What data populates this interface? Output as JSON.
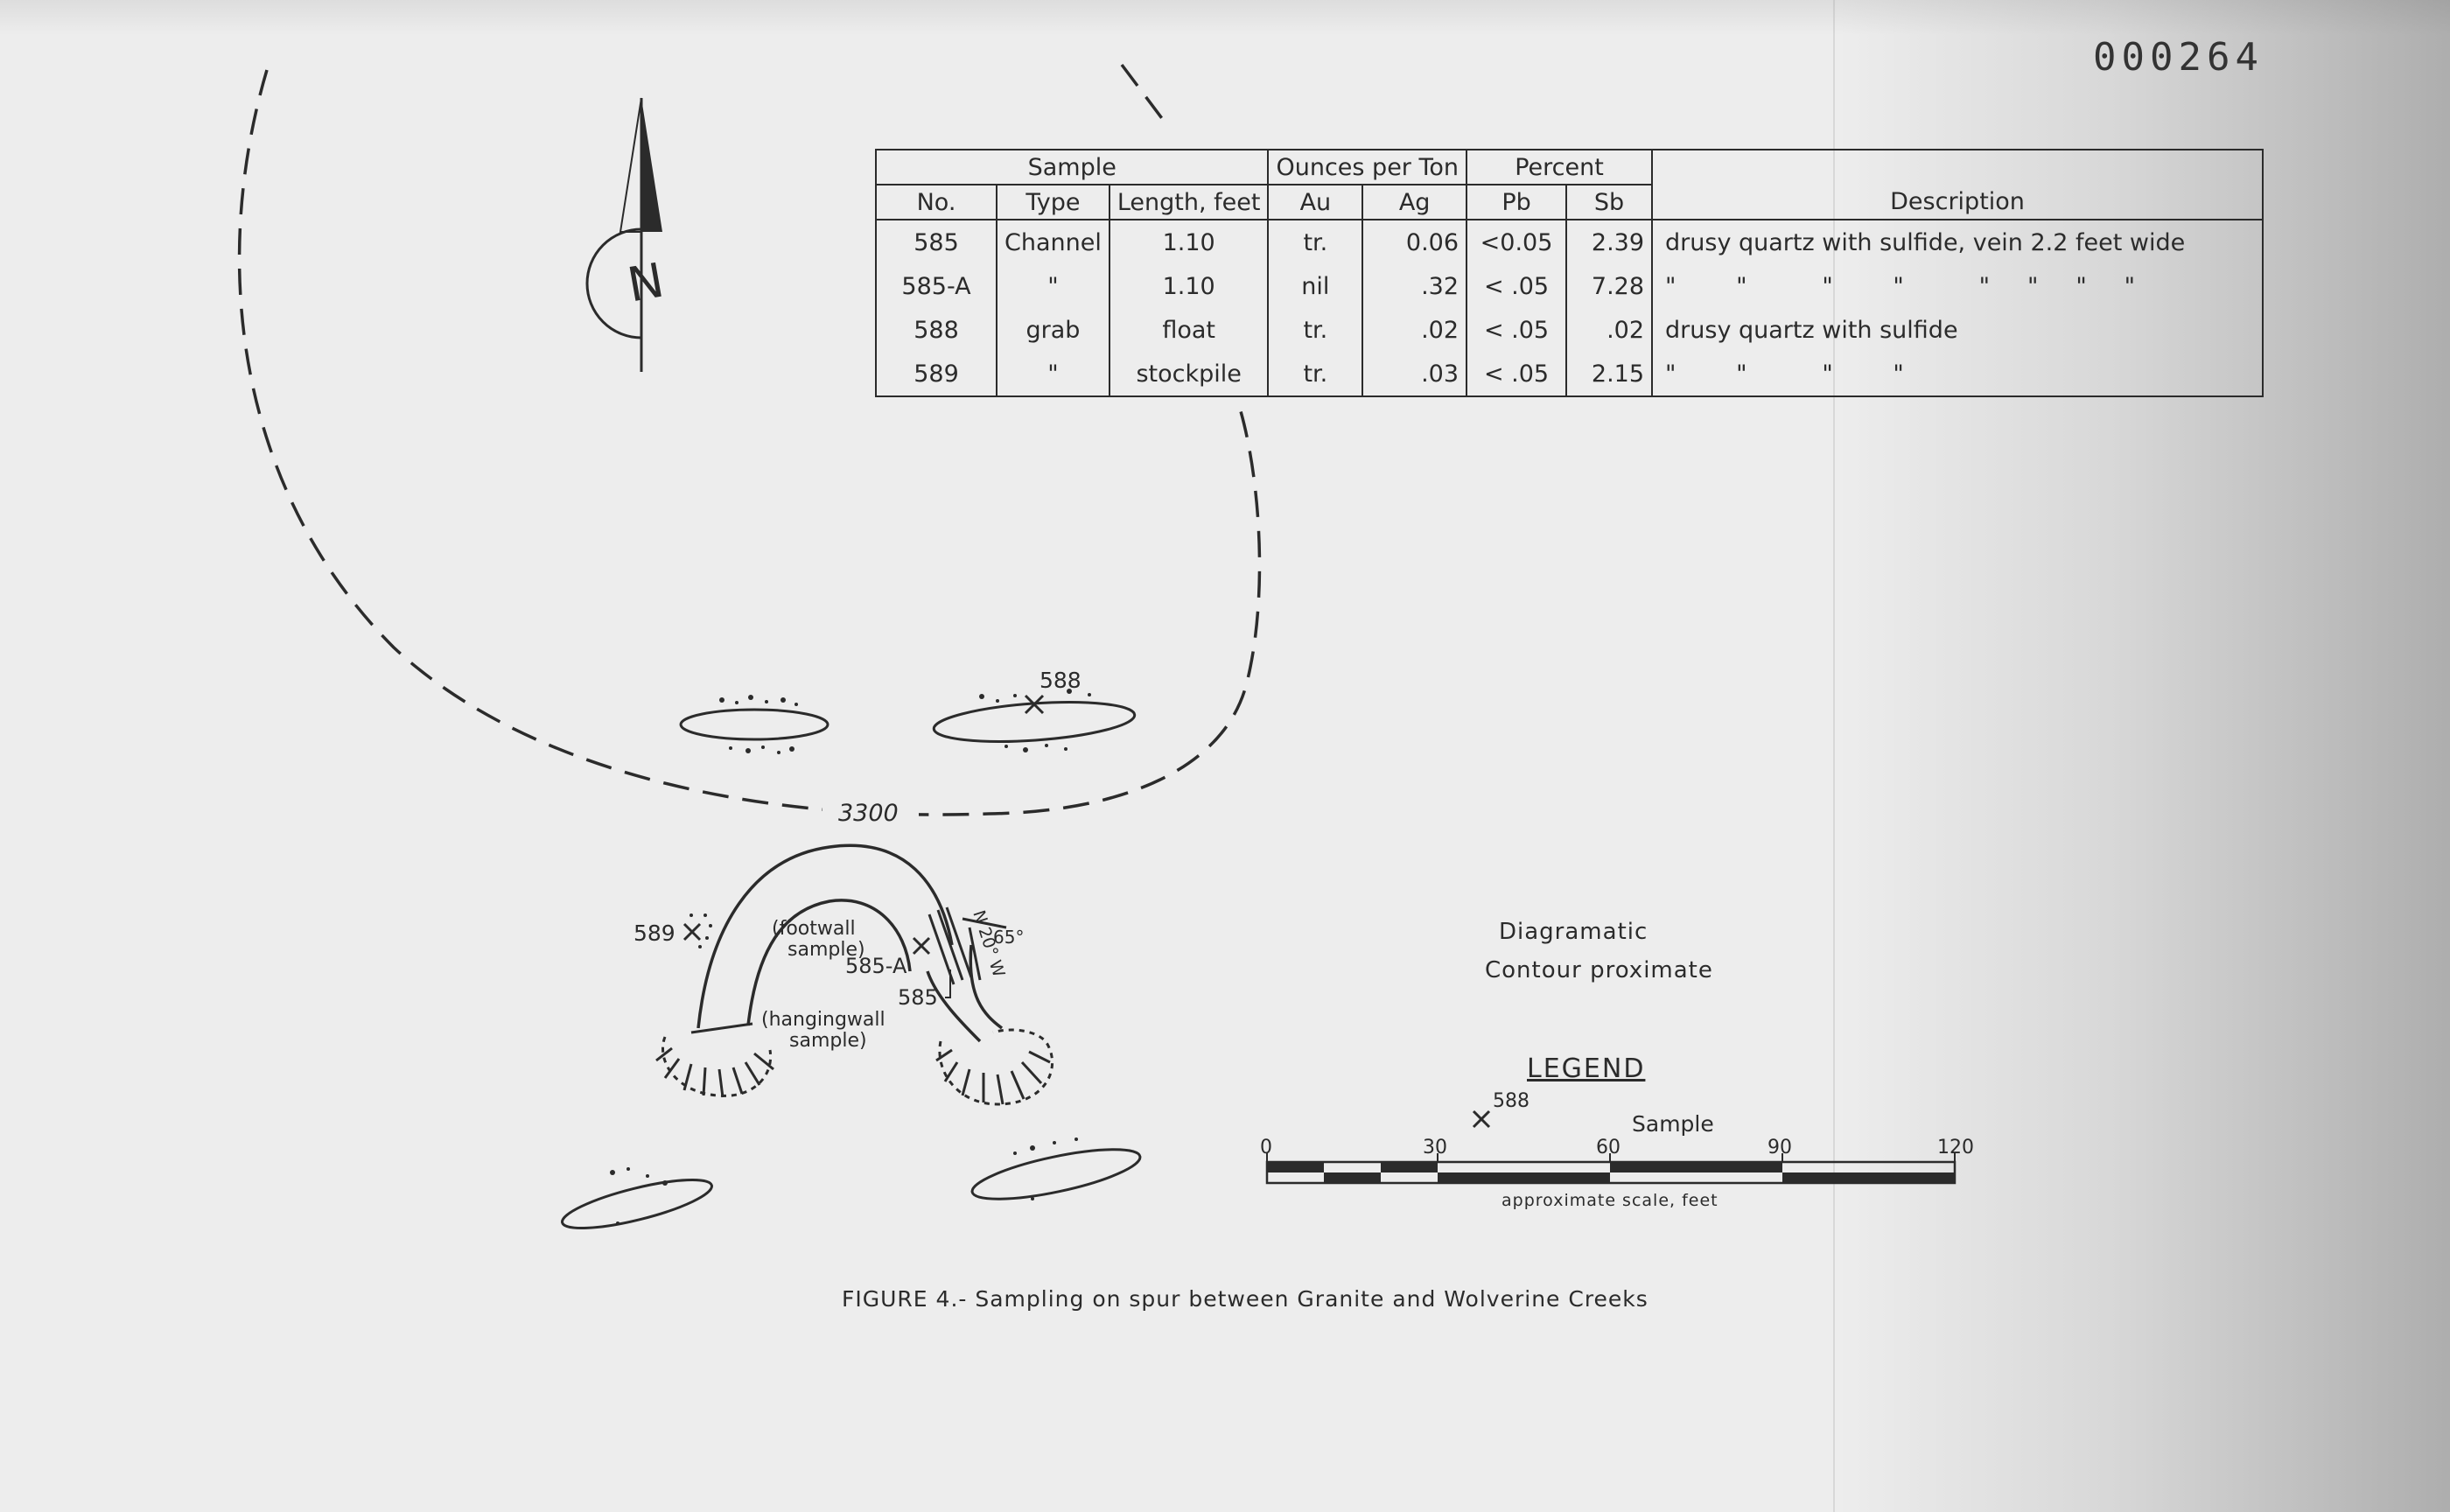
{
  "document_number": "000264",
  "north_label": "N",
  "table": {
    "group_headers": {
      "sample": "Sample",
      "ounces_per_ton": "Ounces per Ton",
      "percent": "Percent",
      "description": "Description"
    },
    "columns": {
      "no": "No.",
      "type": "Type",
      "length": "Length, feet",
      "au": "Au",
      "ag": "Ag",
      "pb": "Pb",
      "sb": "Sb"
    },
    "rows": [
      {
        "no": "585",
        "type": "Channel",
        "length": "1.10",
        "au": "tr.",
        "ag": "0.06",
        "pb": "<0.05",
        "sb": "2.39",
        "description": "drusy quartz  with sulfide, vein 2.2 feet wide"
      },
      {
        "no": "585-A",
        "type": "\"",
        "length": "1.10",
        "au": "nil",
        "ag": ".32",
        "pb": "< .05",
        "sb": "7.28",
        "description": "\"        \"          \"        \"          \"     \"     \"     \""
      },
      {
        "no": "588",
        "type": "grab",
        "length": "float",
        "au": "tr.",
        "ag": ".02",
        "pb": "< .05",
        "sb": ".02",
        "description": "drusy quartz  with sulfide"
      },
      {
        "no": "589",
        "type": "\"",
        "length": "stockpile",
        "au": "tr.",
        "ag": ".03",
        "pb": "< .05",
        "sb": "2.15",
        "description": "\"        \"          \"        \""
      }
    ]
  },
  "map": {
    "contour_label": "3300",
    "sample_588": "588",
    "sample_589": "589",
    "sample_585a": "585-A",
    "sample_585": "585",
    "footwall_line1": "(footwall",
    "footwall_line2": "sample)",
    "hangingwall_line1": "(hangingwall",
    "hangingwall_line2": "sample)",
    "strike": "N 20° W",
    "dip": "65°"
  },
  "notes": {
    "line1": "Diagramatic",
    "line2": "Contour proximate"
  },
  "legend": {
    "title": "LEGEND",
    "symbol_number": "588",
    "symbol_label": "Sample"
  },
  "scale": {
    "ticks": [
      "0",
      "30",
      "60",
      "90",
      "120"
    ],
    "label": "approximate scale, feet"
  },
  "caption": "FIGURE 4.- Sampling on spur between Granite and Wolverine Creeks"
}
